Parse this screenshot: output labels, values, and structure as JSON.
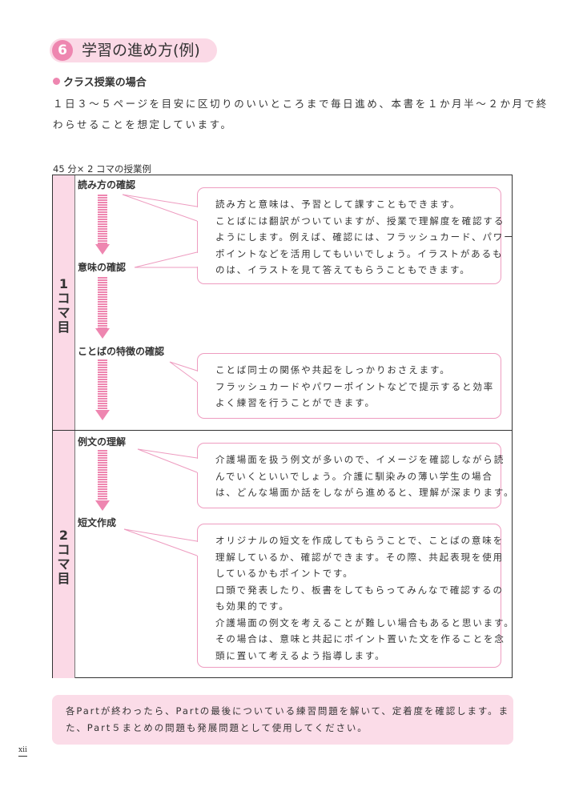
{
  "section": {
    "number": "6",
    "title": "学習の進め方(例)"
  },
  "subheading": "クラス授業の場合",
  "intro_lines": [
    "１日３～５ページを目安に区切りのいいところまで毎日進め、本書を１か月半～２か月で終",
    "わらせることを想定しています。"
  ],
  "caption": "45 分× 2 コマの授業例",
  "periods": [
    {
      "label": [
        "1",
        "コ",
        "マ",
        "目"
      ]
    },
    {
      "label": [
        "2",
        "コ",
        "マ",
        "目"
      ]
    }
  ],
  "steps": [
    "読み方の確認",
    "意味の確認",
    "ことばの特徴の確認",
    "例文の理解",
    "短文作成"
  ],
  "boxes": [
    [
      "読み方と意味は、予習として課すこともできます。",
      "ことばには翻訳がついていますが、授業で理解度を確認する",
      "ようにします。例えば、確認には、フラッシュカード、パワー",
      "ポイントなどを活用してもいいでしょう。イラストがあるも",
      "のは、イラストを見て答えてもらうこともできます。"
    ],
    [
      "ことば同士の関係や共起をしっかりおさえます。",
      "フラッシュカードやパワーポイントなどで提示すると効率",
      "よく練習を行うことができます。"
    ],
    [
      "介護場面を扱う例文が多いので、イメージを確認しながら読",
      "んでいくといいでしょう。介護に馴染みの薄い学生の場合",
      "は、どんな場面か話をしながら進めると、理解が深まります。"
    ],
    [
      "オリジナルの短文を作成してもらうことで、ことばの意味を",
      "理解しているか、確認ができます。その際、共起表現を使用",
      "しているかもポイントです。",
      "口頭で発表したり、板書をしてもらってみんなで確認するの",
      "も効果的です。",
      "介護場面の例文を考えることが難しい場合もあると思います。",
      "その場合は、意味と共起にポイント置いた文を作ることを念",
      "頭に置いて考えるよう指導します。"
    ]
  ],
  "note": [
    "各Partが終わったら、Partの最後についている練習問題を解いて、定着度を確認します。ま",
    "た、Part５まとめの問題も発展問題として使用してください。"
  ],
  "page_number": "xii",
  "colors": {
    "accent": "#ee86b0",
    "pink_bg": "#fbd9e6"
  }
}
